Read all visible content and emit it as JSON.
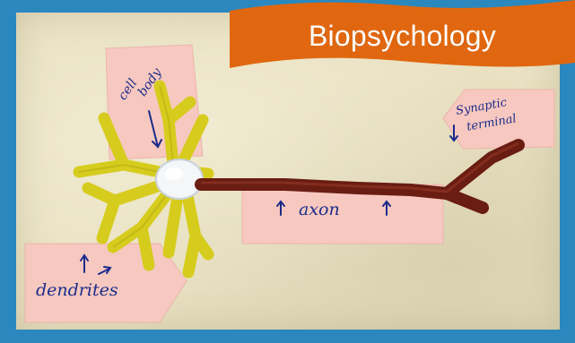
{
  "slide": {
    "title": "Biopsychology"
  },
  "labels": {
    "cell_line1": "cell",
    "cell_line2": "body",
    "synaptic_line1": "Synaptic",
    "synaptic_line2": "terminal",
    "axon": "axon",
    "dendrites": "dendrites"
  },
  "colors": {
    "background": "#2b88bf",
    "banner": "#e0670f",
    "paper": "#f7c8c0",
    "pipe_cleaner_yellow": "#d6cc1d",
    "pipe_cleaner_red": "#6a1d12",
    "ink": "#1c2c8a"
  }
}
